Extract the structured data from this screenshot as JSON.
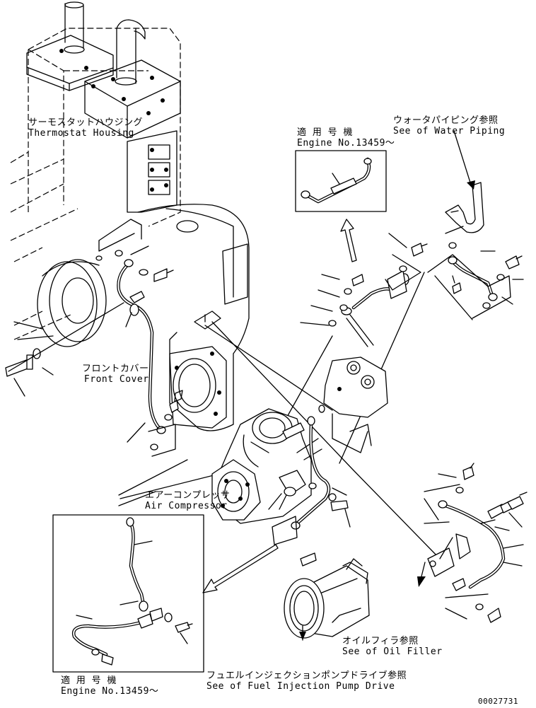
{
  "labels": {
    "thermostat_housing_jp": "サーモスタットハウジング",
    "thermostat_housing_en": "Thermostat Housing",
    "engine_no_top_jp": "適 用 号 機",
    "engine_no_top_en": "Engine No.13459～",
    "water_piping_jp": "ウォータパイピング参照",
    "water_piping_en": "See of Water Piping",
    "front_cover_jp": "フロントカバー",
    "front_cover_en": "Front Cover",
    "air_compressor_jp": "エアーコンプレッサ",
    "air_compressor_en": "Air Compressor",
    "oil_filler_jp": "オイルフィラ参照",
    "oil_filler_en": "See of Oil Filler",
    "engine_no_bottom_jp": "適 用 号 機",
    "engine_no_bottom_en": "Engine No.13459～",
    "fuel_pump_drive_jp": "フュエルインジェクションポンプドライブ参照",
    "fuel_pump_drive_en": "See of Fuel Injection Pump Drive",
    "drawing_number": "00027731"
  },
  "colors": {
    "ink": "#000000",
    "paper": "#ffffff"
  }
}
